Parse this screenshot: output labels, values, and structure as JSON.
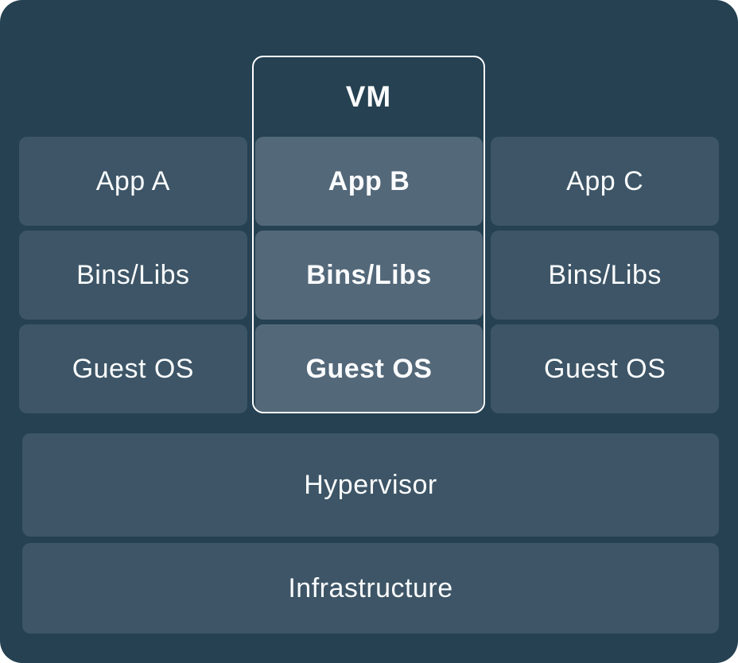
{
  "diagram": {
    "vm_label": "VM",
    "columns": [
      [
        "App A",
        "Bins/Libs",
        "Guest OS"
      ],
      [
        "App B",
        "Bins/Libs",
        "Guest OS"
      ],
      [
        "App C",
        "Bins/Libs",
        "Guest OS"
      ]
    ],
    "layers": [
      "Hypervisor",
      "Infrastructure"
    ],
    "colors": {
      "canvas_background": "#254152",
      "box_fill": "#3d5566",
      "vm_box_fill": "#536879",
      "vm_border": "#ffffff",
      "text": "#fafcfd"
    }
  }
}
